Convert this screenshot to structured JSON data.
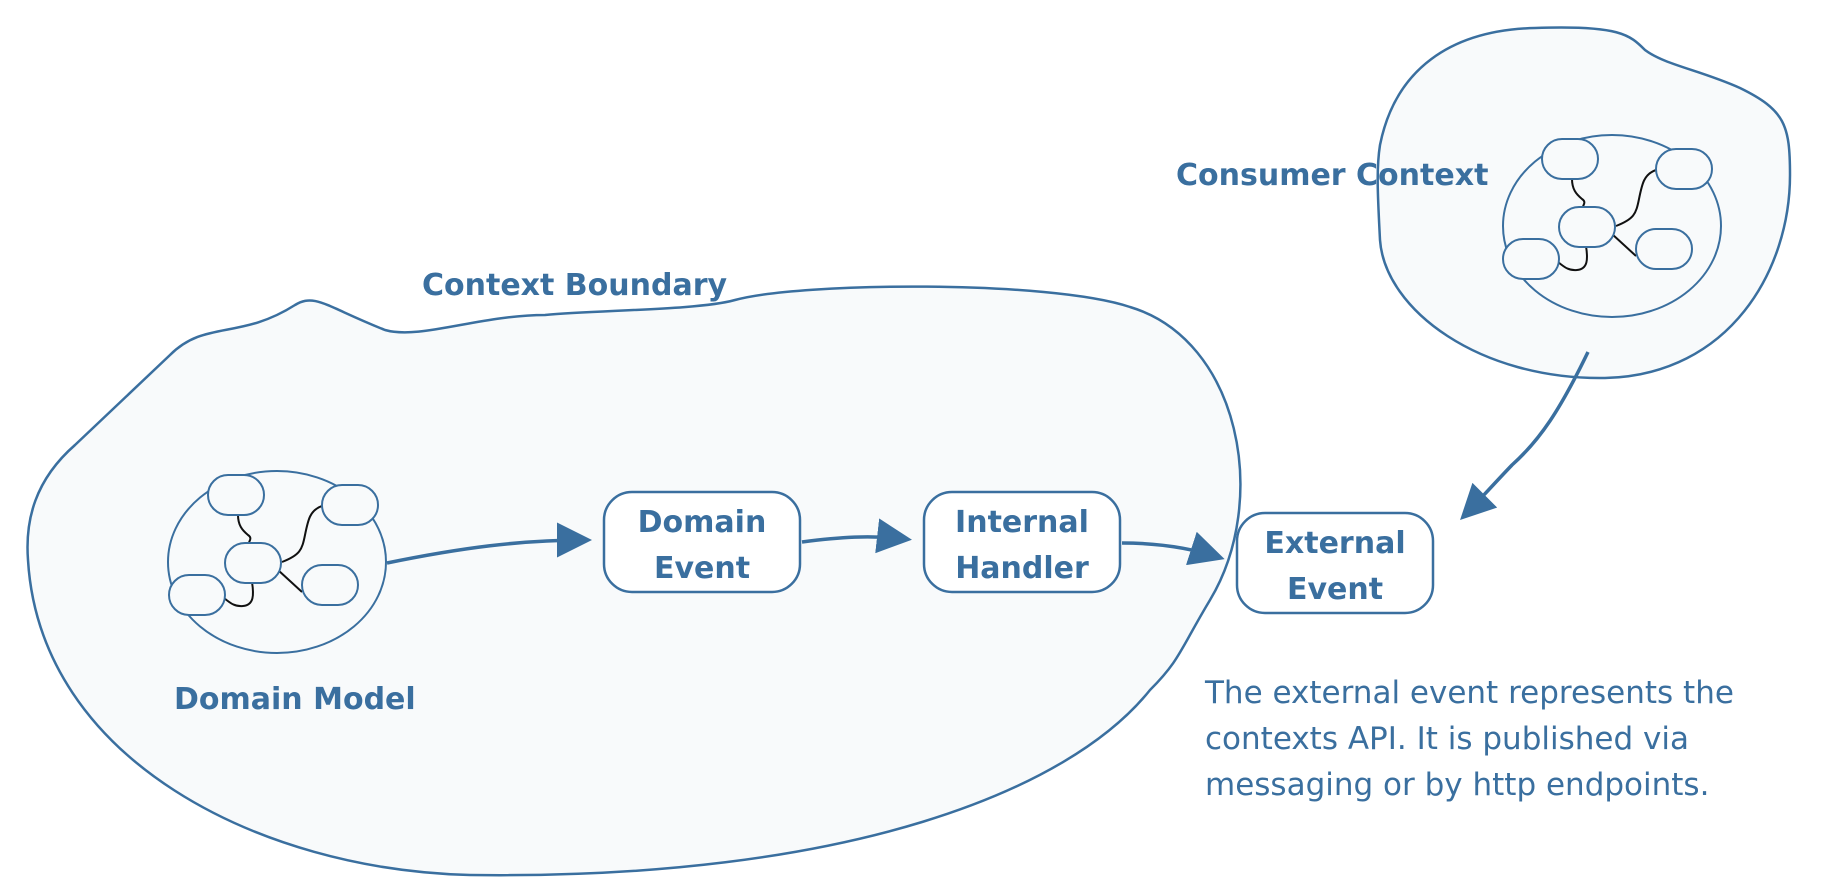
{
  "colors": {
    "stroke": "#3a6f9f",
    "fill": "#f8fafb",
    "text": "#3a6f9f",
    "connector": "#111111"
  },
  "labels": {
    "context_boundary": "Context Boundary",
    "consumer_context": "Consumer Context",
    "domain_model": "Domain Model",
    "domain_event": [
      "Domain",
      "Event"
    ],
    "internal_handler": [
      "Internal",
      "Handler"
    ],
    "external_event": [
      "External",
      "Event"
    ]
  },
  "annotation": {
    "lines": [
      "The external event represents the",
      "contexts API. It is published via",
      "messaging or by http endpoints."
    ]
  }
}
